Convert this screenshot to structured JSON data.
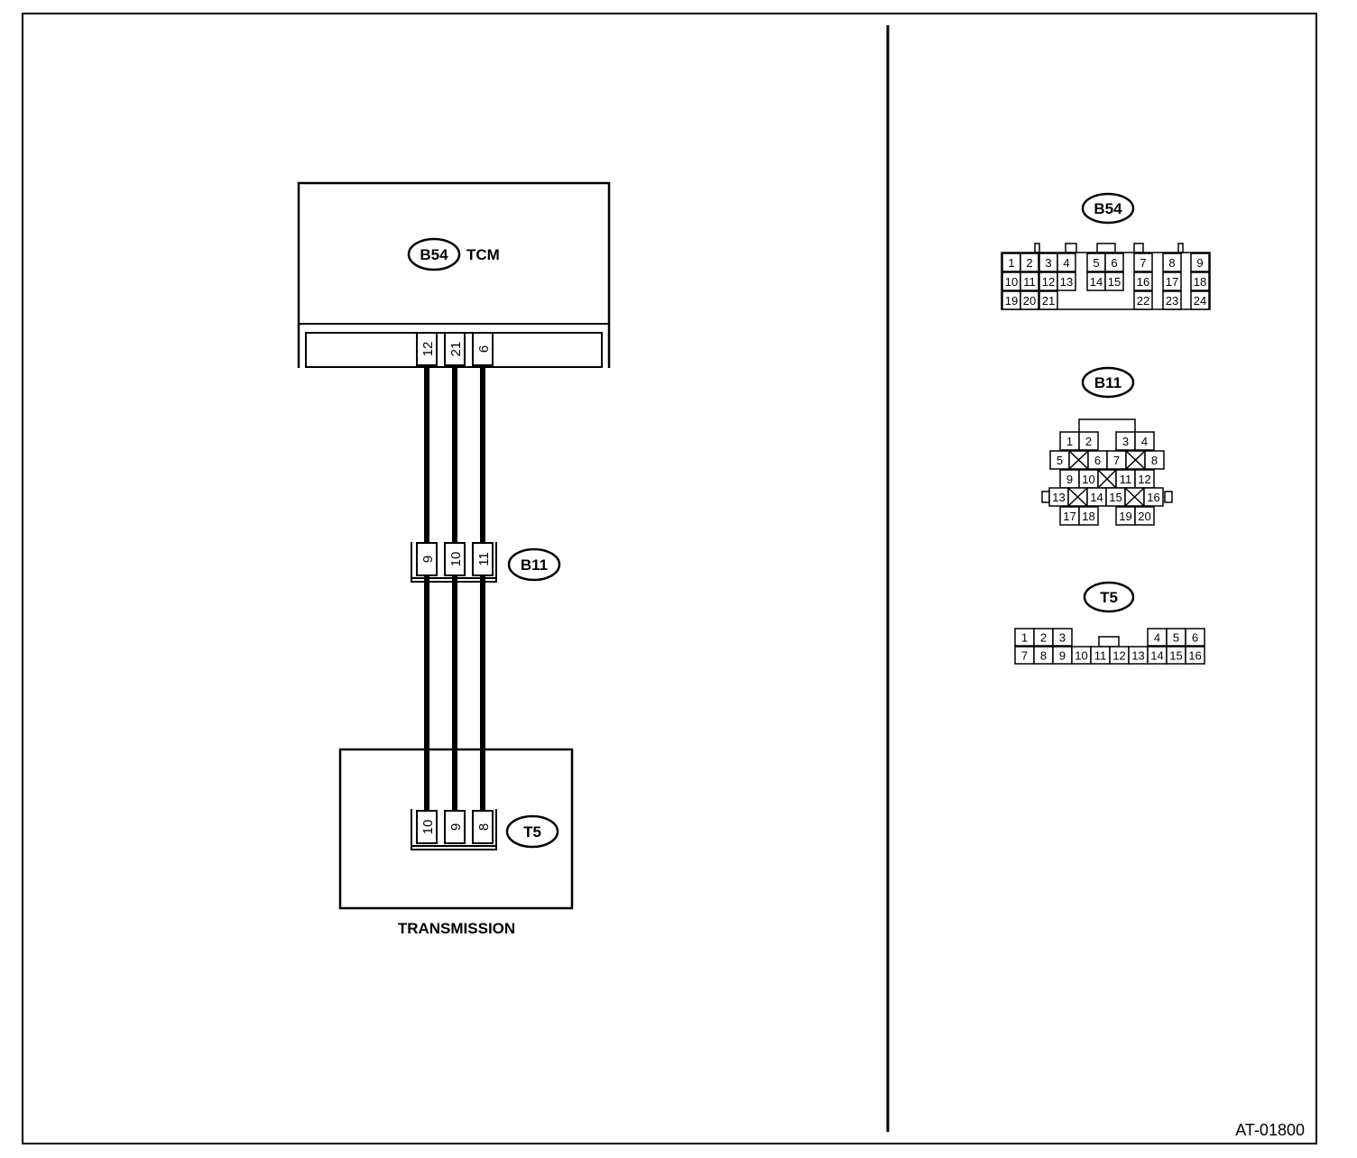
{
  "figure_id": "AT-01800",
  "tcm": {
    "connector": "B54",
    "label": "TCM",
    "pins": [
      "12",
      "21",
      "6"
    ]
  },
  "b11": {
    "connector": "B11",
    "pins": [
      "9",
      "10",
      "11"
    ]
  },
  "transmission": {
    "connector": "T5",
    "label": "TRANSMISSION",
    "pins": [
      "10",
      "9",
      "8"
    ]
  },
  "connector_views": {
    "b54": {
      "label": "B54",
      "rows": [
        [
          "1",
          "2",
          "3",
          "4",
          "5",
          "6",
          "7",
          "8",
          "9"
        ],
        [
          "10",
          "11",
          "12",
          "13",
          "14",
          "15",
          "16",
          "17",
          "18"
        ],
        [
          "19",
          "20",
          "21",
          "22",
          "23",
          "24"
        ]
      ]
    },
    "b11": {
      "label": "B11",
      "rows": [
        [
          "1",
          "2",
          "3",
          "4"
        ],
        [
          "5",
          "6",
          "7",
          "8"
        ],
        [
          "9",
          "10",
          "11",
          "12"
        ],
        [
          "13",
          "14",
          "15",
          "16"
        ],
        [
          "17",
          "18",
          "19",
          "20"
        ]
      ]
    },
    "t5": {
      "label": "T5",
      "rows": [
        [
          "1",
          "2",
          "3",
          "4",
          "5",
          "6"
        ],
        [
          "7",
          "8",
          "9",
          "10",
          "11",
          "12",
          "13",
          "14",
          "15",
          "16"
        ]
      ]
    }
  }
}
